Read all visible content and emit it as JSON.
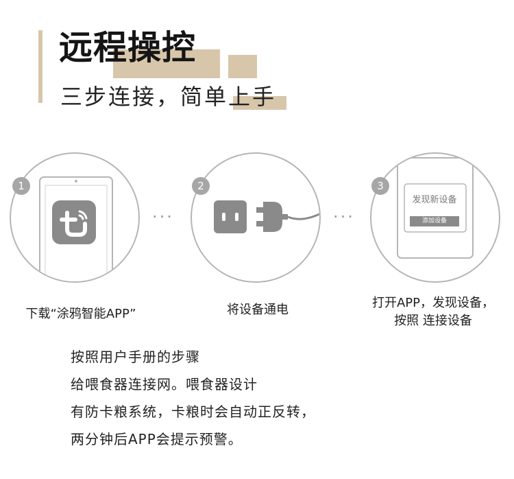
{
  "header": {
    "title": "远程操控",
    "subtitle": "三步连接，简单上手"
  },
  "steps": [
    {
      "number": "1",
      "caption": "下载“涂鸦智能APP”"
    },
    {
      "number": "2",
      "caption": "将设备通电"
    },
    {
      "number": "3",
      "caption_line1": "打开APP，发现设备，",
      "caption_line2": "按照 连接设备",
      "screen_title": "发现新设备",
      "screen_button": "添加设备"
    }
  ],
  "separator": "···",
  "description": [
    "按照用户手册的步骤",
    "给喂食器连接网。喂食器设计",
    "有防卡粮系统，卡粮时会自动正反转，",
    "两分钟后APP会提示预警。"
  ],
  "colors": {
    "accent": "#d8c6ab",
    "icon_gray": "#8a8a8a",
    "circle_border": "#b5b5b5"
  }
}
